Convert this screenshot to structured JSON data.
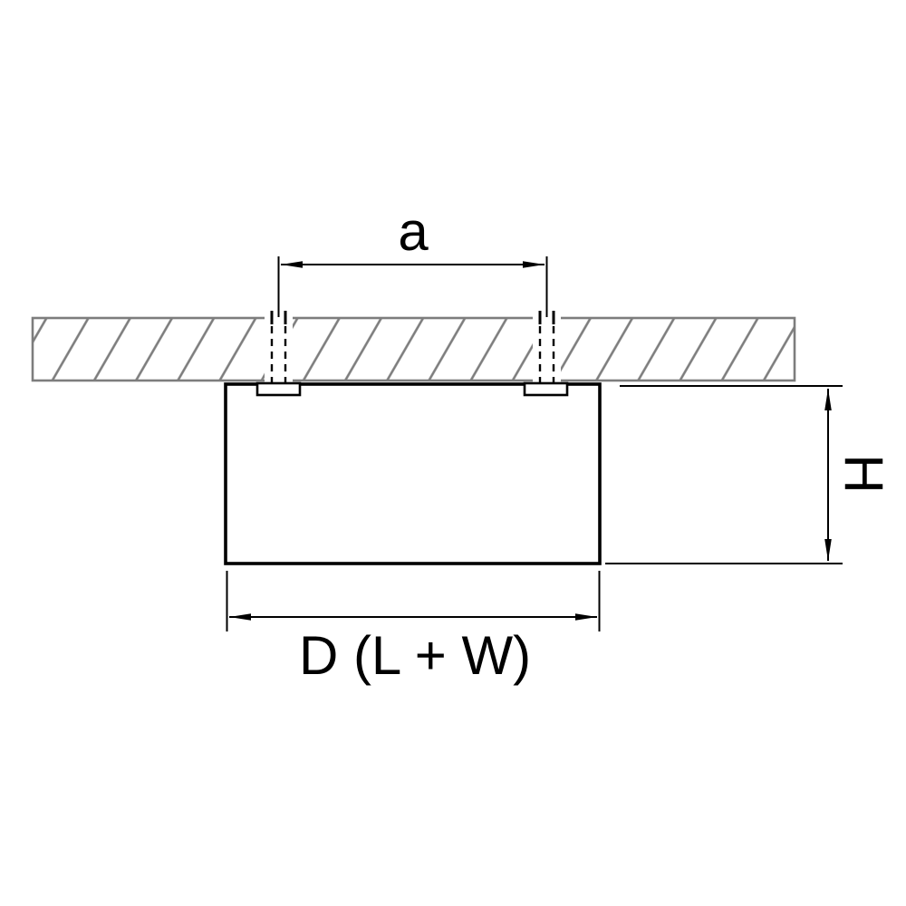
{
  "diagram": {
    "labels": {
      "mount_spacing": "a",
      "height": "H",
      "diameter": "D (L + W)"
    },
    "colors": {
      "line": "#000000",
      "ceiling_hatch": "#7d7d7d",
      "background": "#ffffff"
    }
  }
}
